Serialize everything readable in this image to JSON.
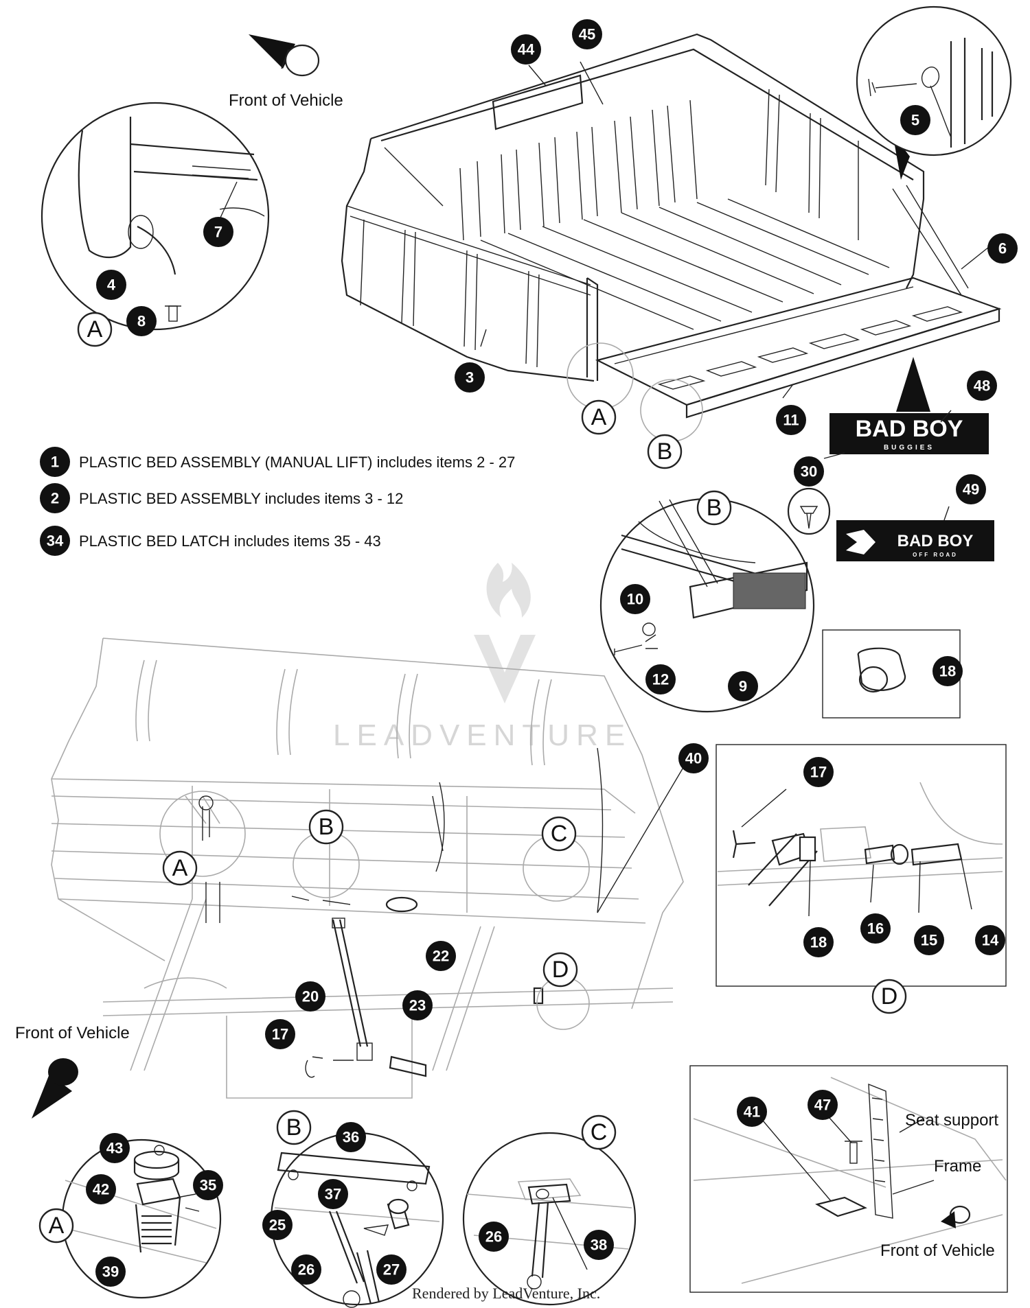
{
  "front_of_vehicle_label": "Front of Vehicle",
  "legend": [
    {
      "number": "1",
      "text": "PLASTIC BED ASSEMBLY (MANUAL LIFT) includes items 2 - 27"
    },
    {
      "number": "2",
      "text": "PLASTIC BED ASSEMBLY includes items 3 - 12"
    },
    {
      "number": "34",
      "text": "PLASTIC BED LATCH includes items 35 - 43"
    }
  ],
  "view_letters": {
    "a": "A",
    "b": "B",
    "c": "C",
    "d": "D"
  },
  "callouts": {
    "n3": "3",
    "n4": "4",
    "n5": "5",
    "n6": "6",
    "n7": "7",
    "n8": "8",
    "n9": "9",
    "n10": "10",
    "n11": "11",
    "n12": "12",
    "n14": "14",
    "n15": "15",
    "n16": "16",
    "n17": "17",
    "n18": "18",
    "n20": "20",
    "n22": "22",
    "n23": "23",
    "n25": "25",
    "n26": "26",
    "n27": "27",
    "n30": "30",
    "n35": "35",
    "n36": "36",
    "n37": "37",
    "n38": "38",
    "n39": "39",
    "n40": "40",
    "n41": "41",
    "n42": "42",
    "n43": "43",
    "n44": "44",
    "n45": "45",
    "n47": "47",
    "n48": "48",
    "n49": "49"
  },
  "logos": {
    "bad_boy_buggies": {
      "main": "BAD BOY",
      "sub": "BUGGIES"
    },
    "bad_boy_off_road": {
      "main": "BAD BOY",
      "sub": "OFF ROAD"
    }
  },
  "labels": {
    "seat_support": "Seat support",
    "frame": "Frame"
  },
  "watermark": "LEADVENTURE",
  "footer": "Rendered by LeadVenture, Inc."
}
